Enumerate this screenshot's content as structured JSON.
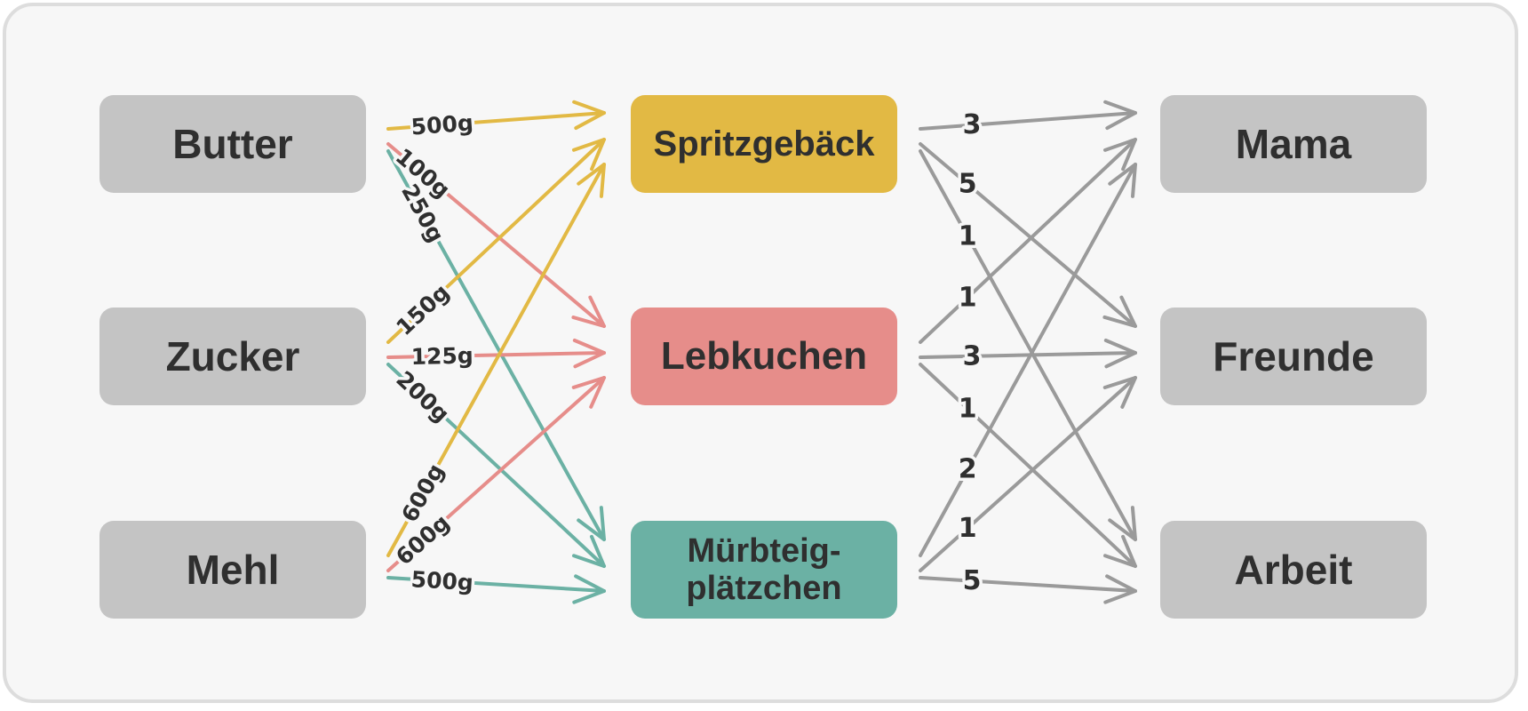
{
  "colors": {
    "butter_edge": "#e2b944",
    "spritz": "#e2b944",
    "lebkuchen": "#e68d8a",
    "muerbteig": "#6bb1a4",
    "gray_node": "#c4c4c4",
    "gray_edge": "#9a9a9a"
  },
  "ingredients": [
    {
      "id": "butter",
      "label": "Butter"
    },
    {
      "id": "zucker",
      "label": "Zucker"
    },
    {
      "id": "mehl",
      "label": "Mehl"
    }
  ],
  "cookies": [
    {
      "id": "spritz",
      "lines": [
        "Spritzgebäck"
      ],
      "color": "#e2b944"
    },
    {
      "id": "lebkuchen",
      "lines": [
        "Lebkuchen"
      ],
      "color": "#e68d8a"
    },
    {
      "id": "muerbteig",
      "lines": [
        "Mürbteig-",
        "plätzchen"
      ],
      "color": "#6bb1a4"
    }
  ],
  "recipients": [
    {
      "id": "mama",
      "label": "Mama"
    },
    {
      "id": "freunde",
      "label": "Freunde"
    },
    {
      "id": "arbeit",
      "label": "Arbeit"
    }
  ],
  "ingredient_edges": [
    {
      "from": "butter",
      "to": "spritz",
      "label": "500g",
      "color": "#e2b944"
    },
    {
      "from": "butter",
      "to": "lebkuchen",
      "label": "100g",
      "color": "#e68d8a"
    },
    {
      "from": "butter",
      "to": "muerbteig",
      "label": "250g",
      "color": "#6bb1a4"
    },
    {
      "from": "zucker",
      "to": "spritz",
      "label": "150g",
      "color": "#e2b944"
    },
    {
      "from": "zucker",
      "to": "lebkuchen",
      "label": "125g",
      "color": "#e68d8a"
    },
    {
      "from": "zucker",
      "to": "muerbteig",
      "label": "200g",
      "color": "#6bb1a4"
    },
    {
      "from": "mehl",
      "to": "spritz",
      "label": "600g",
      "color": "#e2b944"
    },
    {
      "from": "mehl",
      "to": "lebkuchen",
      "label": "600g",
      "color": "#e68d8a"
    },
    {
      "from": "mehl",
      "to": "muerbteig",
      "label": "500g",
      "color": "#6bb1a4"
    }
  ],
  "distribution_edges": [
    {
      "from": "spritz",
      "to": "mama",
      "label": "3"
    },
    {
      "from": "spritz",
      "to": "freunde",
      "label": "5"
    },
    {
      "from": "spritz",
      "to": "arbeit",
      "label": "1"
    },
    {
      "from": "lebkuchen",
      "to": "mama",
      "label": "1"
    },
    {
      "from": "lebkuchen",
      "to": "freunde",
      "label": "3"
    },
    {
      "from": "lebkuchen",
      "to": "arbeit",
      "label": "1"
    },
    {
      "from": "muerbteig",
      "to": "mama",
      "label": "2"
    },
    {
      "from": "muerbteig",
      "to": "freunde",
      "label": "1"
    },
    {
      "from": "muerbteig",
      "to": "arbeit",
      "label": "5"
    }
  ]
}
